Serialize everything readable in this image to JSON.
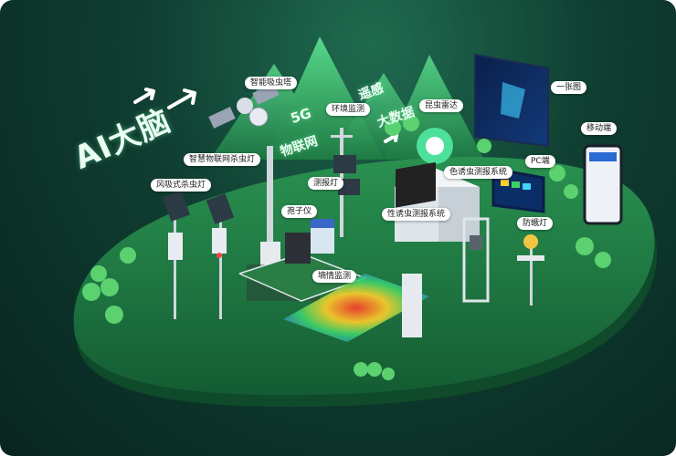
{
  "headline": "AI大脑",
  "tech_words": {
    "g5": "5G",
    "iot": "物联网",
    "remote_sensing": "遥感",
    "big_data": "大数据"
  },
  "labels": {
    "smart_tower": "智能吸虫塔",
    "env_monitor": "环境监测",
    "insect_radar": "昆虫雷达",
    "one_map": "一张图",
    "mobile": "移动端",
    "pc": "PC端",
    "color_lure": "色诱虫测报系统",
    "iot_lamp": "智慧物联网杀虫灯",
    "wind_lamp": "风吸式杀虫灯",
    "forecast_lamp": "测报灯",
    "spore": "孢子仪",
    "pheromone": "性诱虫测报系统",
    "moth_lamp": "防蛾灯",
    "soil": "墒情监测"
  },
  "colors": {
    "background_dark": "#08251f",
    "island_green": "#1e7a43",
    "mountain_green": "#3bbf6d",
    "accent_cyan": "#3fd3ff",
    "label_bg": "#ffffff"
  }
}
